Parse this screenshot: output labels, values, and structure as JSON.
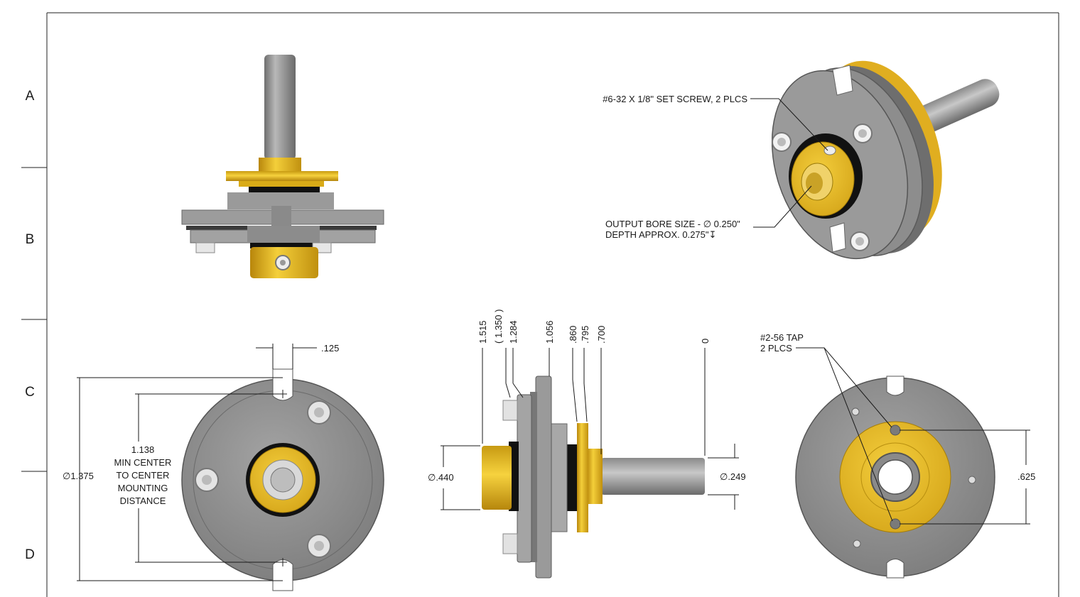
{
  "zones": [
    "A",
    "B",
    "C",
    "D"
  ],
  "callouts": {
    "set_screw": "#6-32 X 1/8\" SET SCREW, 2 PLCS",
    "bore_line1": "OUTPUT BORE SIZE - ∅ 0.250\"",
    "bore_line2": "DEPTH APPROX. 0.275\"↧",
    "tap_line1": "#2-56 TAP",
    "tap_line2": "2 PLCS"
  },
  "front_view": {
    "slot_width": ".125",
    "diameter": "∅1.375",
    "center_dist": [
      "1.138",
      "MIN CENTER",
      "TO CENTER",
      "MOUNTING",
      "DISTANCE"
    ]
  },
  "side_view": {
    "ordinates": [
      "1.515",
      "( 1.350 )",
      "1.284",
      "1.056",
      ".860",
      ".795",
      ".700",
      "0"
    ],
    "left_diameter": "∅.440",
    "right_diameter": "∅.249"
  },
  "back_view": {
    "tap_spacing": ".625"
  },
  "colors": {
    "gold": "#e8b923",
    "steel": "#8f8f8f",
    "steel_light": "#c4c4c4",
    "steel_dark": "#5f5f5f",
    "black": "#111111"
  }
}
